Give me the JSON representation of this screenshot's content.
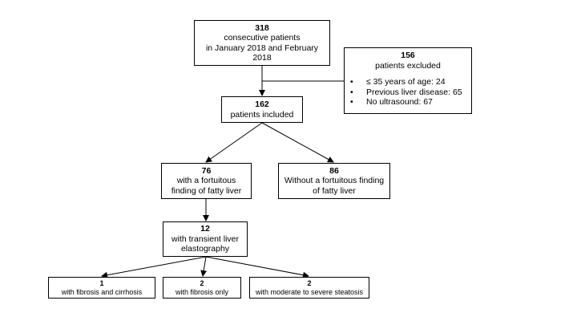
{
  "nodes": {
    "total": {
      "count": "318",
      "lines": [
        "consecutive patients",
        "in January 2018 and February",
        "2018"
      ]
    },
    "excluded": {
      "count": "156",
      "label": "patients excluded",
      "items": [
        "≤ 35 years of age: 24",
        "Previous liver disease: 65",
        "No ultrasound: 67"
      ]
    },
    "included": {
      "count": "162",
      "label": "patients included"
    },
    "fatty": {
      "count": "76",
      "lines": [
        "with a fortuitous",
        "finding of fatty liver"
      ]
    },
    "no_fatty": {
      "count": "86",
      "lines": [
        "Without a fortuitous finding",
        "of fatty liver"
      ]
    },
    "elasto": {
      "count": "12",
      "lines": [
        "with transient liver",
        "elastography"
      ]
    },
    "fib_cirr": {
      "count": "1",
      "label": "with fibrosis and cirrhosis"
    },
    "fib_only": {
      "count": "2",
      "label": "with fibrosis only"
    },
    "steatosis": {
      "count": "2",
      "label": "with moderate to severe steatosis"
    }
  }
}
